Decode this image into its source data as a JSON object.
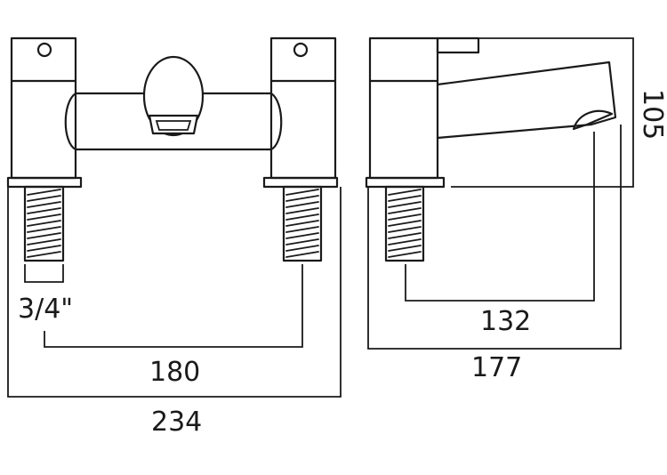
{
  "drawing": {
    "front_view": {
      "thread_size_label": "3/4\"",
      "centres_label": "180",
      "overall_width_label": "234"
    },
    "side_view": {
      "height_label": "105",
      "spout_reach_label": "132",
      "overall_depth_label": "177"
    }
  }
}
